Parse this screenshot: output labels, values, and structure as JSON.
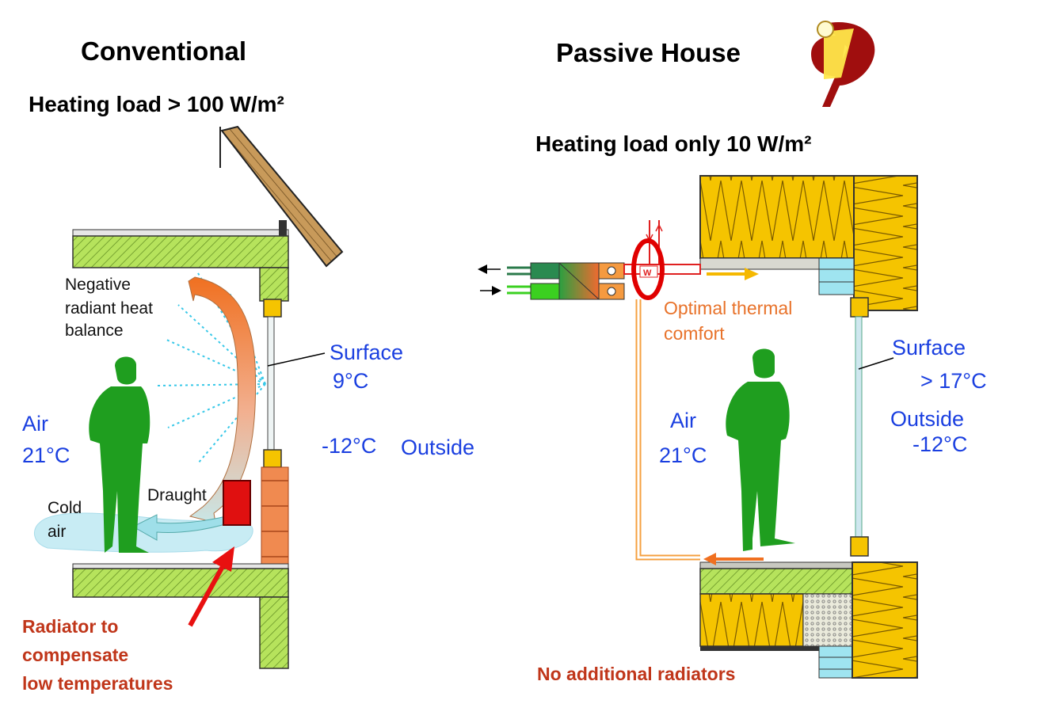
{
  "left": {
    "title": "Conventional",
    "heating_load": "Heating load > 100 W/m²",
    "radiant_line1": "Negative",
    "radiant_line2": "radiant heat",
    "radiant_line3": "balance",
    "surface_label": "Surface",
    "surface_temp": "9°C",
    "outside_temp": "-12°C",
    "outside_label": "Outside",
    "air_label": "Air",
    "air_temp": "21°C",
    "draught": "Draught",
    "cold_line1": "Cold",
    "cold_line2": "air",
    "radiator_line1": "Radiator to",
    "radiator_line2": "compensate",
    "radiator_line3": "low temperatures"
  },
  "right": {
    "title": "Passive House",
    "heating_load": "Heating load only 10 W/m²",
    "comfort_line1": "Optimal thermal",
    "comfort_line2": "comfort",
    "surface_label": "Surface",
    "surface_temp": "> 17°C",
    "outside_label": "Outside",
    "outside_temp": "-12°C",
    "air_label": "Air",
    "air_temp": "21°C",
    "no_radiators": "No additional radiators",
    "hrv_unit_text": "W"
  },
  "colors": {
    "insulation_green": "#b6e35c",
    "insulation_yellow": "#f5c400",
    "person_green": "#1f9e1f",
    "label_blue": "#1a3fe0",
    "caption_red": "#c0361a",
    "comfort_orange": "#e8722a",
    "radiator_red": "#e01010",
    "brick": "#f08a50"
  }
}
